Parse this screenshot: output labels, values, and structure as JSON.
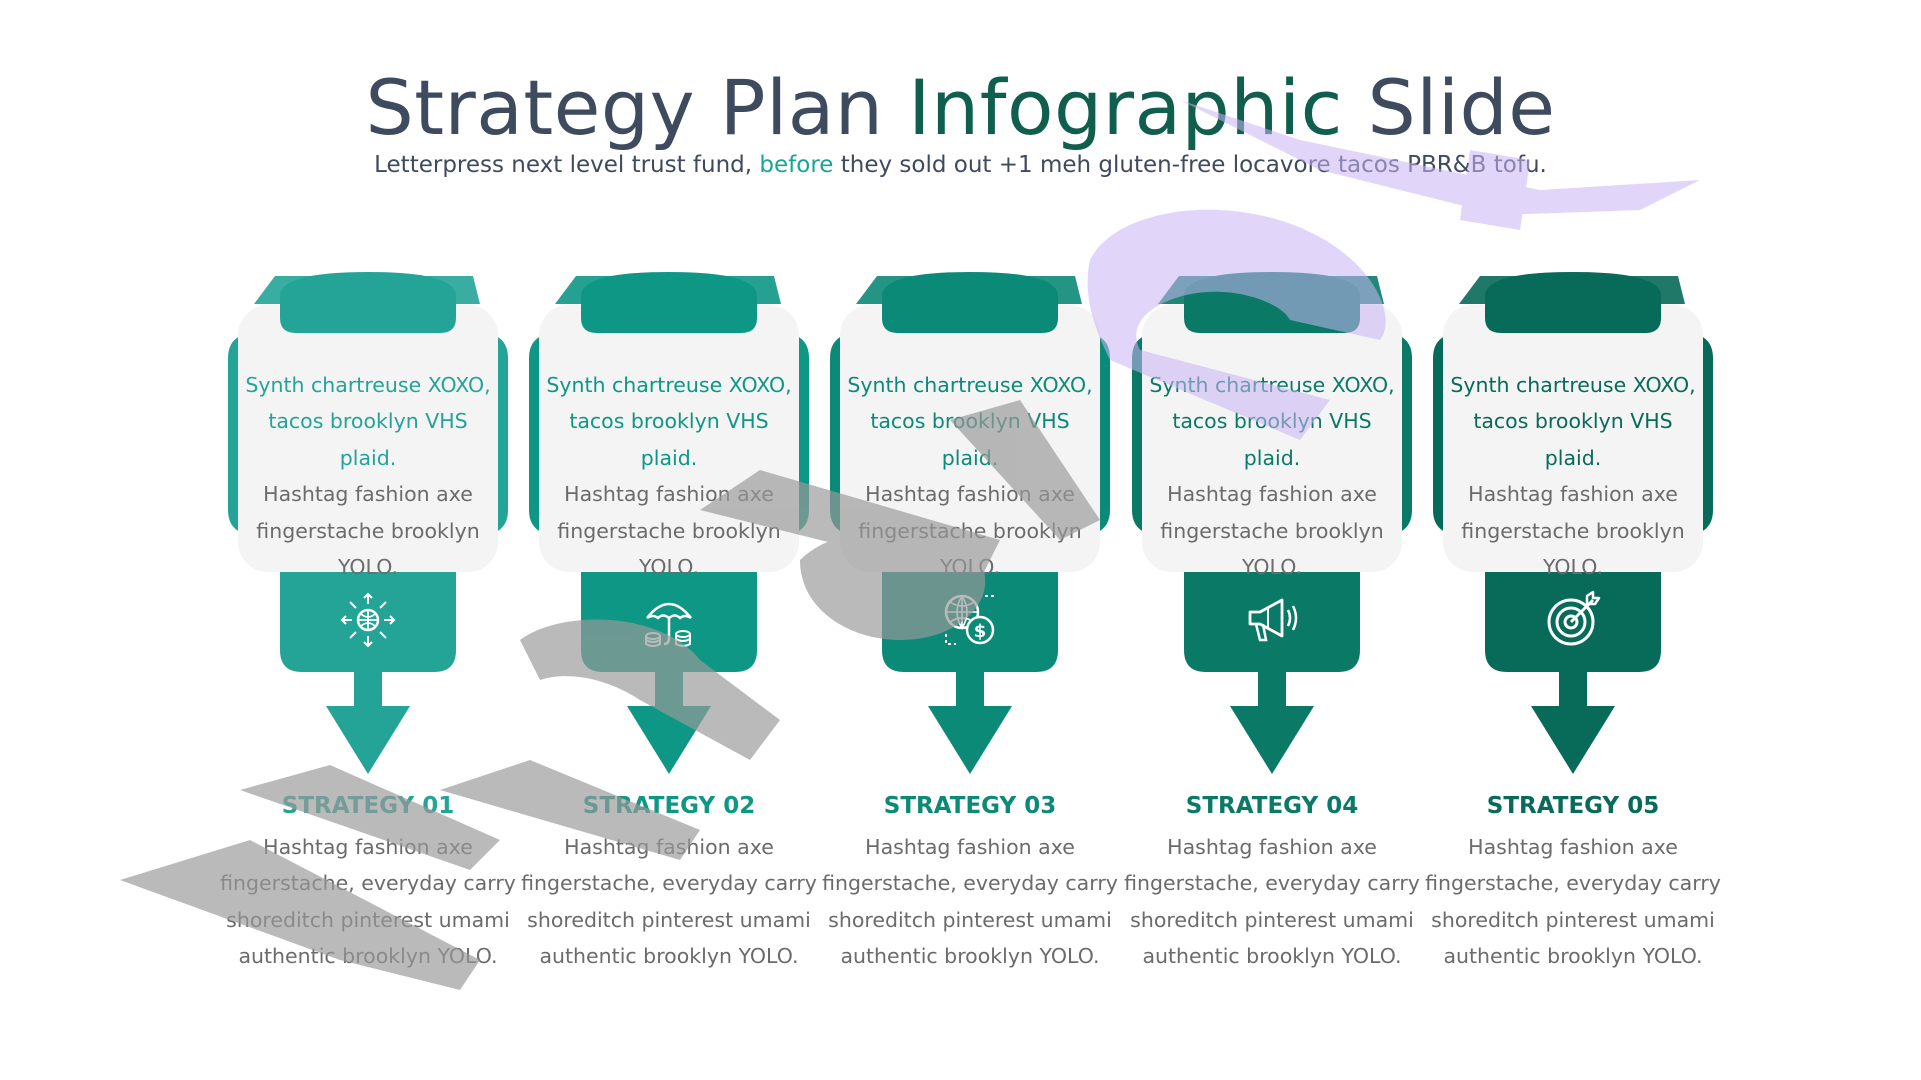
{
  "header": {
    "title_part1": "Strategy Plan ",
    "title_part2": "Infographic",
    "title_part3": " Slide",
    "subtitle_pre": "Letterpress next level trust fund, ",
    "subtitle_highlight": "before",
    "subtitle_post": " they sold out +1 meh gluten-free locavore tacos PBR&B tofu."
  },
  "colors": {
    "s1": "#24a497",
    "s2": "#0e9785",
    "s3": "#0c8a78",
    "s4": "#0a7a66",
    "s5": "#086a58",
    "card_bg": "#f4f4f4",
    "body_text": "#6b6b6b",
    "title_text": "#3e4a5e"
  },
  "strategies": [
    {
      "card_highlight": "Synth chartreuse XOXO, tacos brooklyn VHS plaid.",
      "card_body": "Hashtag fashion axe fingerstache brooklyn YOLO.",
      "icon": "globe-network-icon",
      "title": "STRATEGY 01",
      "desc": "Hashtag fashion axe fingerstache, everyday carry shoreditch pinterest umami authentic brooklyn YOLO."
    },
    {
      "card_highlight": "Synth chartreuse XOXO, tacos brooklyn VHS plaid.",
      "card_body": "Hashtag fashion axe fingerstache brooklyn YOLO.",
      "icon": "umbrella-coins-icon",
      "title": "STRATEGY 02",
      "desc": "Hashtag fashion axe fingerstache, everyday carry shoreditch pinterest umami authentic brooklyn YOLO."
    },
    {
      "card_highlight": "Synth chartreuse XOXO, tacos brooklyn VHS plaid.",
      "card_body": "Hashtag fashion axe fingerstache brooklyn YOLO.",
      "icon": "globe-dollar-icon",
      "title": "STRATEGY 03",
      "desc": "Hashtag fashion axe fingerstache, everyday carry shoreditch pinterest umami authentic brooklyn YOLO."
    },
    {
      "card_highlight": "Synth chartreuse XOXO, tacos brooklyn VHS plaid.",
      "card_body": "Hashtag fashion axe fingerstache brooklyn YOLO.",
      "icon": "megaphone-icon",
      "title": "STRATEGY 04",
      "desc": "Hashtag fashion axe fingerstache, everyday carry shoreditch pinterest umami authentic brooklyn YOLO."
    },
    {
      "card_highlight": "Synth chartreuse XOXO, tacos brooklyn VHS plaid.",
      "card_body": "Hashtag fashion axe fingerstache brooklyn YOLO.",
      "icon": "target-icon",
      "title": "STRATEGY 05",
      "desc": "Hashtag fashion axe fingerstache, everyday carry shoreditch pinterest umami authentic brooklyn YOLO."
    }
  ]
}
